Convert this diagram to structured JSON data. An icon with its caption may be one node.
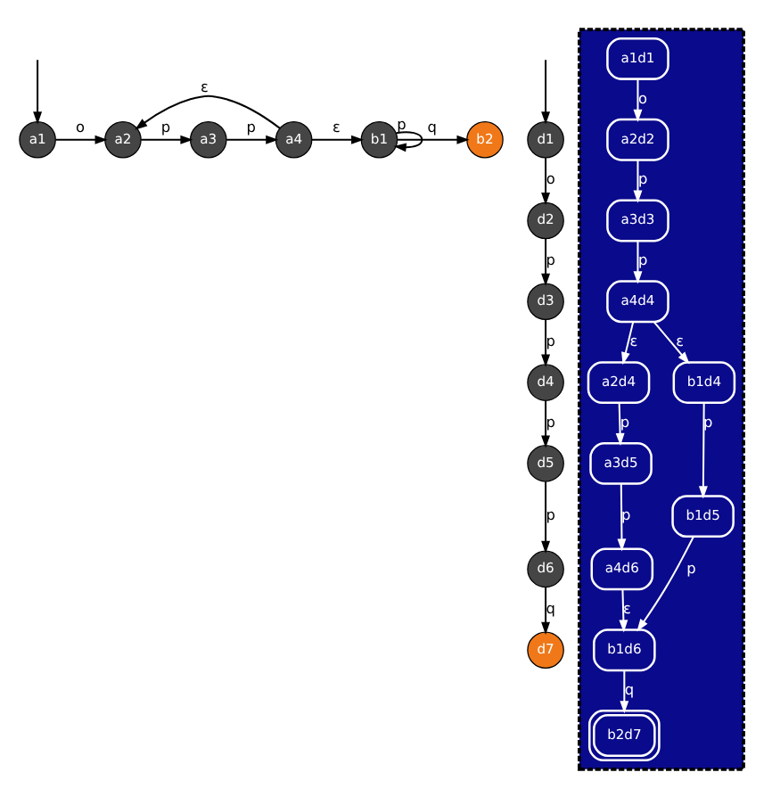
{
  "diagram": {
    "nodes": [
      {
        "text": [
          "a1"
        ]
      },
      {
        "text": [
          "a2"
        ]
      },
      {
        "text": [
          "a3"
        ]
      },
      {
        "text": [
          "a4"
        ]
      },
      {
        "text": [
          "b1"
        ]
      },
      {
        "text": [
          "b2"
        ]
      },
      {
        "text": [
          "d1"
        ]
      },
      {
        "text": [
          "d2"
        ]
      },
      {
        "text": [
          "d3"
        ]
      },
      {
        "text": [
          "d4"
        ]
      },
      {
        "text": [
          "d5"
        ]
      },
      {
        "text": [
          "d6"
        ]
      },
      {
        "text": [
          "d7"
        ]
      },
      {
        "text": [],
        "shape": "box"
      },
      {
        "text": [
          "a1d1"
        ],
        "in": 13
      },
      {
        "text": [
          "a2d2"
        ],
        "in": 13
      },
      {
        "text": [
          "a3d3"
        ],
        "in": 13
      },
      {
        "text": [
          "a2d4"
        ],
        "in": 13
      },
      {
        "text": [
          "a4d4"
        ],
        "in": 13
      },
      {
        "text": [
          "b1d4"
        ],
        "in": 13
      },
      {
        "text": [
          "a3d5"
        ],
        "in": 13
      },
      {
        "text": [
          "b1d5"
        ],
        "in": 13
      },
      {
        "text": [
          "a4d6"
        ],
        "in": 13
      },
      {
        "text": [
          "b1d6"
        ],
        "in": 13
      },
      {
        "text": [
          "b2d7"
        ],
        "in": 13
      }
    ],
    "edges": [
      {
        "from": null,
        "to": 0,
        "arrow": "to"
      },
      {
        "from": 0,
        "to": 1,
        "arrow": "to",
        "label": "o"
      },
      {
        "from": 1,
        "to": 2,
        "arrow": "to",
        "label": "p"
      },
      {
        "from": 2,
        "to": 3,
        "arrow": "to",
        "label": "p"
      },
      {
        "from": 3,
        "to": 1,
        "arrow": "to",
        "label": "ε"
      },
      {
        "from": 3,
        "to": 4,
        "arrow": "to",
        "label": "ε"
      },
      {
        "from": 4,
        "to": 4,
        "arrow": "to",
        "label": "p"
      },
      {
        "from": 4,
        "to": 5,
        "arrow": "to",
        "label": "q"
      },
      {
        "from": null,
        "to": 6,
        "arrow": "to"
      },
      {
        "from": 6,
        "to": 7,
        "arrow": "to",
        "label": "o"
      },
      {
        "from": 7,
        "to": 8,
        "arrow": "to",
        "label": "p"
      },
      {
        "from": 8,
        "to": 9,
        "arrow": "to",
        "label": "p"
      },
      {
        "from": 9,
        "to": 10,
        "arrow": "to",
        "label": "p"
      },
      {
        "from": 10,
        "to": 11,
        "arrow": "to",
        "label": "p"
      },
      {
        "from": 11,
        "to": 12,
        "arrow": "to",
        "label": "q"
      },
      {
        "from": 14,
        "to": 15,
        "arrow": "to",
        "label": "o",
        "color": "#ffffff"
      },
      {
        "from": 15,
        "to": 16,
        "arrow": "to",
        "label": "p",
        "color": "#ffffff"
      },
      {
        "from": 16,
        "to": 18,
        "arrow": "to",
        "label": "p",
        "color": "#ffffff"
      },
      {
        "from": 18,
        "to": 17,
        "arrow": "to",
        "label": "ε",
        "color": "#ffffff"
      },
      {
        "from": 18,
        "to": 19,
        "arrow": "to",
        "label": "ε",
        "color": "#ffffff"
      },
      {
        "from": 17,
        "to": 20,
        "arrow": "to",
        "label": "p",
        "color": "#ffffff"
      },
      {
        "from": 20,
        "to": 22,
        "arrow": "to",
        "label": "p",
        "color": "#ffffff"
      },
      {
        "from": 22,
        "to": 23,
        "arrow": "to",
        "label": "ε",
        "color": "#ffffff"
      },
      {
        "from": 19,
        "to": 21,
        "arrow": "to",
        "label": "p",
        "color": "#ffffff"
      },
      {
        "from": 21,
        "to": 23,
        "arrow": "to",
        "label": "p",
        "color": "#ffffff"
      },
      {
        "from": 23,
        "to": 24,
        "arrow": "to",
        "label": "q",
        "color": "#ffffff"
      }
    ]
  }
}
